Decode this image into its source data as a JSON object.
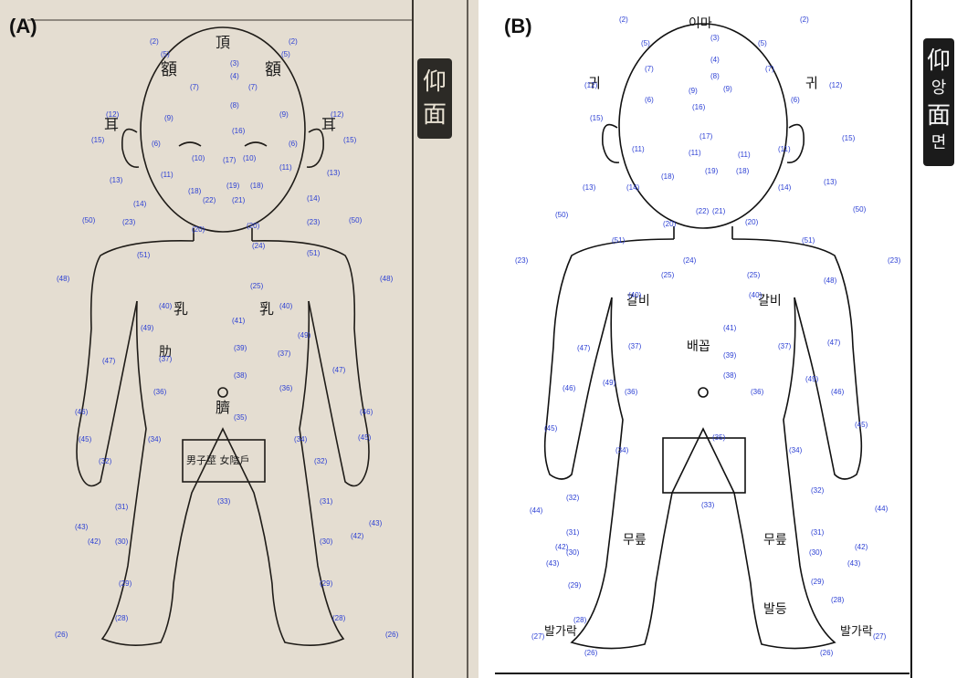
{
  "panel_a": {
    "label": "(A)",
    "title_han": [
      "仰",
      "面"
    ],
    "chinese_labels": {
      "face_left": "額",
      "face_right": "額",
      "top": "頂",
      "ear_left": "耳",
      "ear_right": "耳",
      "nipple_left": "乳",
      "nipple_right": "乳",
      "navel": "臍",
      "rib": "肋",
      "scrotum_box": "男子莖 女陰戶"
    }
  },
  "panel_b": {
    "label": "(B)",
    "title_han": "仰",
    "title_kor_1": "앙",
    "title_han_2": "面",
    "title_kor_2": "면",
    "korean_labels": {
      "ear": "귀",
      "forehead": "이마",
      "rib": "갈비",
      "belly": "배꼽",
      "knee": "무릎",
      "foot_top": "발등",
      "toe": "발가락"
    }
  },
  "markers": [
    "(2)",
    "(3)",
    "(4)",
    "(5)",
    "(6)",
    "(7)",
    "(8)",
    "(9)",
    "(10)",
    "(11)",
    "(12)",
    "(13)",
    "(14)",
    "(15)",
    "(16)",
    "(17)",
    "(18)",
    "(19)",
    "(20)",
    "(21)",
    "(22)",
    "(23)",
    "(24)",
    "(25)",
    "(26)",
    "(27)",
    "(28)",
    "(29)",
    "(30)",
    "(31)",
    "(32)",
    "(33)",
    "(34)",
    "(35)",
    "(36)",
    "(37)",
    "(38)",
    "(39)",
    "(40)",
    "(41)",
    "(42)",
    "(43)",
    "(44)",
    "(45)",
    "(46)",
    "(47)",
    "(48)",
    "(49)",
    "(50)",
    "(51)"
  ],
  "colors": {
    "marker": "#2b3fd4",
    "ink": "#1a1a1a",
    "paper_a": "#e4ddd1",
    "paper_b": "#ffffff"
  }
}
